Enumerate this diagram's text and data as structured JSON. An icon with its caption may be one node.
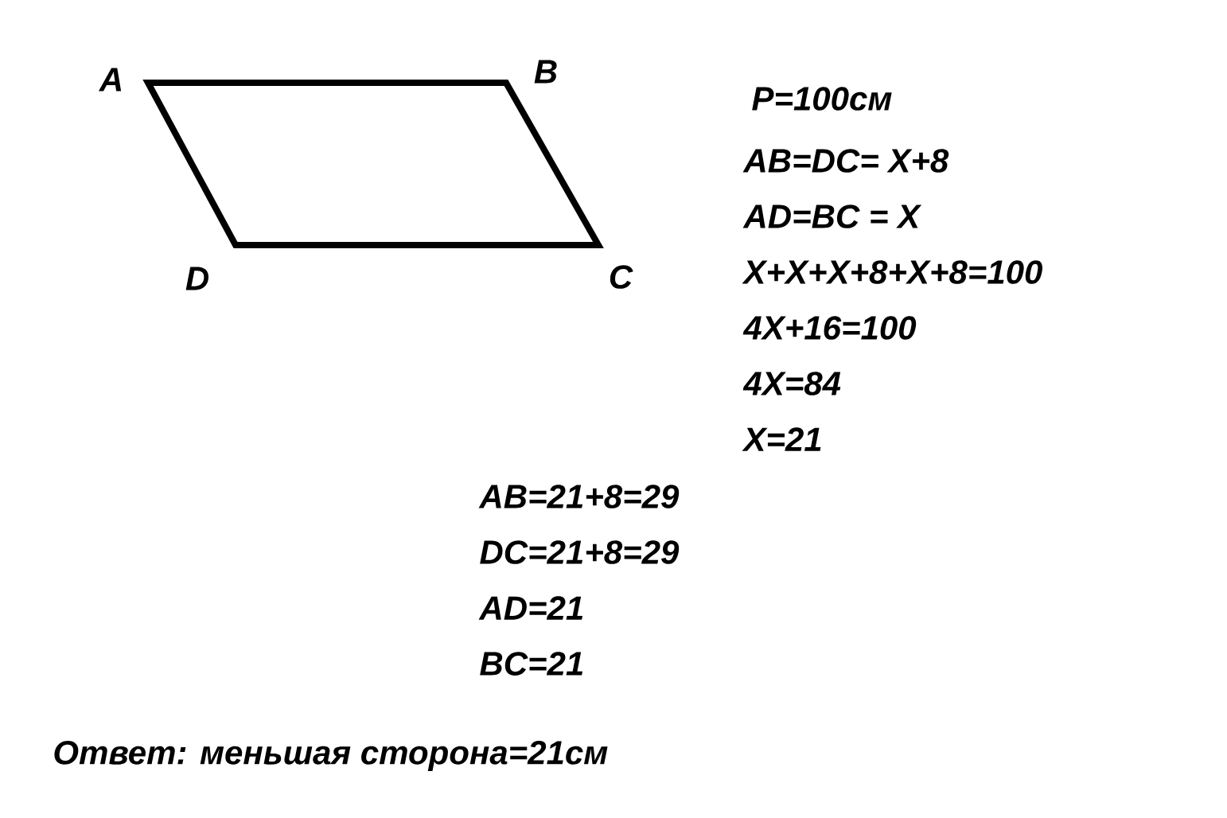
{
  "diagram": {
    "labels": [
      "A",
      "B",
      "P=100см",
      "AB=DC= X+8",
      "AD=BC = X",
      "D",
      "C",
      "X+X+X+8+X+8=100",
      "4X+16=100",
      "4X=84",
      "X=21",
      "AB=21+8=29",
      "DC=21+8=29",
      "AD=21",
      "BC=21",
      "Ответ: меньшая сторона=21см"
    ]
  }
}
